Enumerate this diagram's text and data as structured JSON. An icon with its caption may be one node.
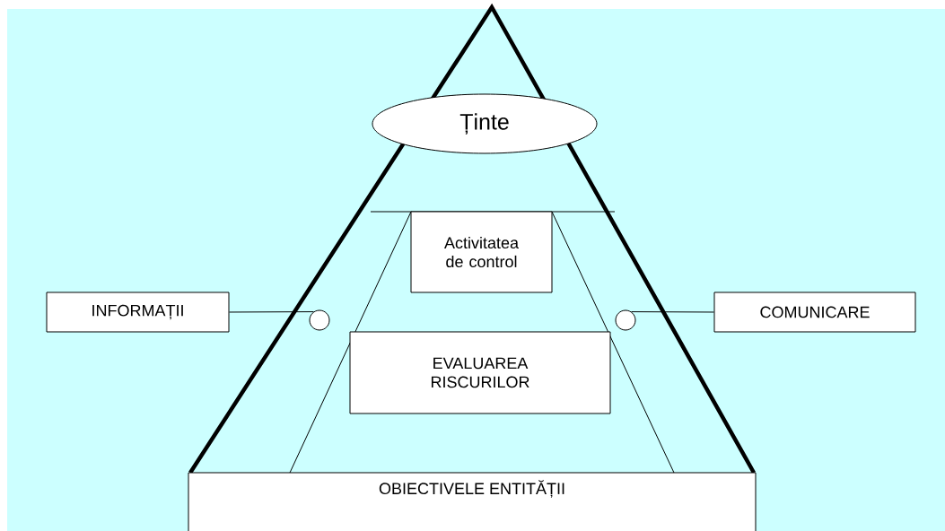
{
  "diagram": {
    "nodes": [
      {
        "text": [
          "Ținte"
        ]
      },
      {
        "text": [
          "Activitatea de control"
        ]
      },
      {
        "text": [
          "INFORMAȚII"
        ]
      },
      {
        "text": [],
        "shape": "circle"
      },
      {
        "text": [],
        "shape": "circle"
      },
      {
        "text": [
          "COMUNICARE"
        ]
      },
      {
        "text": [
          "EVALUAREA RISCURILOR"
        ]
      },
      {
        "text": [
          "OBIECTIVELE ENTITĂȚII"
        ]
      }
    ],
    "edges": [
      {
        "from": 2,
        "to": 3,
        "arrow": "none"
      },
      {
        "from": 4,
        "to": 5,
        "arrow": "none"
      }
    ]
  }
}
